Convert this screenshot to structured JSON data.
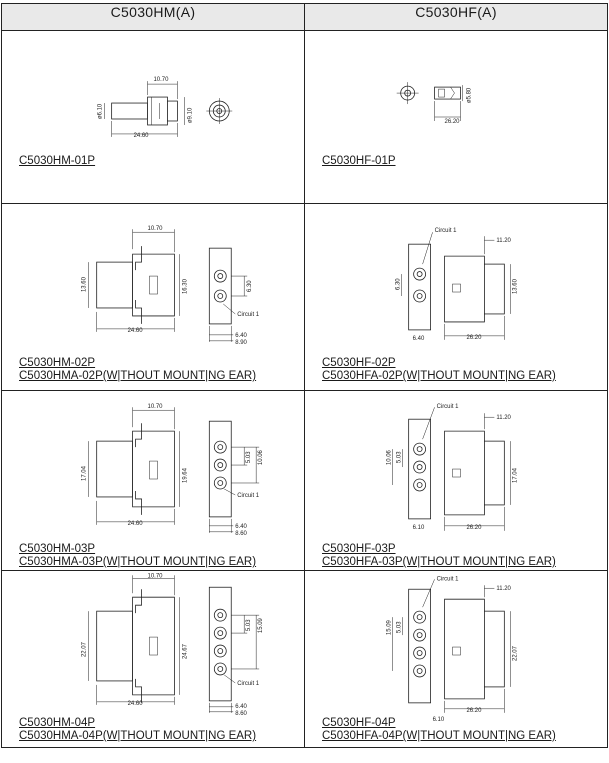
{
  "header": {
    "left_title": "C5030HM(A)",
    "right_title": "C5030HF(A)"
  },
  "rows": [
    {
      "male": {
        "parts": [
          "C5030HM-01P"
        ],
        "dims": {
          "top": "10.70",
          "left": "ø6.10",
          "right": "ø9.10",
          "bottom": "24.60"
        }
      },
      "female": {
        "parts": [
          "C5030HF-01P"
        ],
        "dims": {
          "right": "ø5.80",
          "bottom": "26.20"
        }
      }
    },
    {
      "male": {
        "parts": [
          "C5030HM-02P",
          "C5030HMA-02P(W|THOUT MOUNT|NG EAR)"
        ],
        "dims": {
          "top": "10.70",
          "height": "13.60",
          "inner": "16.30",
          "pitch": "6.30",
          "circuit": "Circuit  1",
          "bottom": "24.60",
          "w1": "6.40",
          "w2": "8.90"
        }
      },
      "female": {
        "parts": [
          "C5030HF-02P",
          "C5030HFA-02P(W|THOUT MOUNT|NG EAR)"
        ],
        "dims": {
          "circuit": "Circuit  1",
          "top": "11.20",
          "pitch": "6.30",
          "height": "13.60",
          "w1": "6.40",
          "bottom": "26.20"
        }
      }
    },
    {
      "male": {
        "parts": [
          "C5030HM-03P",
          "C5030HMA-03P(W|THOUT MOUNT|NG EAR)"
        ],
        "dims": {
          "top": "10.70",
          "height": "17.04",
          "inner": "19.64",
          "pitch": "5.03",
          "pitch2": "10.06",
          "circuit": "Circuit  1",
          "bottom": "24.60",
          "w1": "6.40",
          "w2": "8.60"
        }
      },
      "female": {
        "parts": [
          "C5030HF-03P",
          "C5030HFA-03P(W|THOUT MOUNT|NG EAR)"
        ],
        "dims": {
          "circuit": "Circuit  1",
          "top": "11.20",
          "pitch": "5.03",
          "pitch2": "10.06",
          "height": "17.04",
          "w1": "6.10",
          "bottom": "26.20"
        }
      }
    },
    {
      "male": {
        "parts": [
          "C5030HM-04P",
          "C5030HMA-04P(W|THOUT MOUNT|NG EAR)"
        ],
        "dims": {
          "top": "10.70",
          "height": "22.07",
          "inner": "24.67",
          "pitch": "5.03",
          "pitch2": "15.09",
          "circuit": "Circuit  1",
          "bottom": "24.60",
          "w1": "6.40",
          "w2": "8.60"
        }
      },
      "female": {
        "parts": [
          "C5030HF-04P",
          "C5030HFA-04P(W|THOUT MOUNT|NG EAR)"
        ],
        "dims": {
          "circuit": "Circuit  1",
          "top": "11.20",
          "pitch": "5.03",
          "pitch2": "15.09",
          "height": "22.07",
          "w1": "6.10",
          "bottom": "26.20"
        }
      }
    }
  ]
}
